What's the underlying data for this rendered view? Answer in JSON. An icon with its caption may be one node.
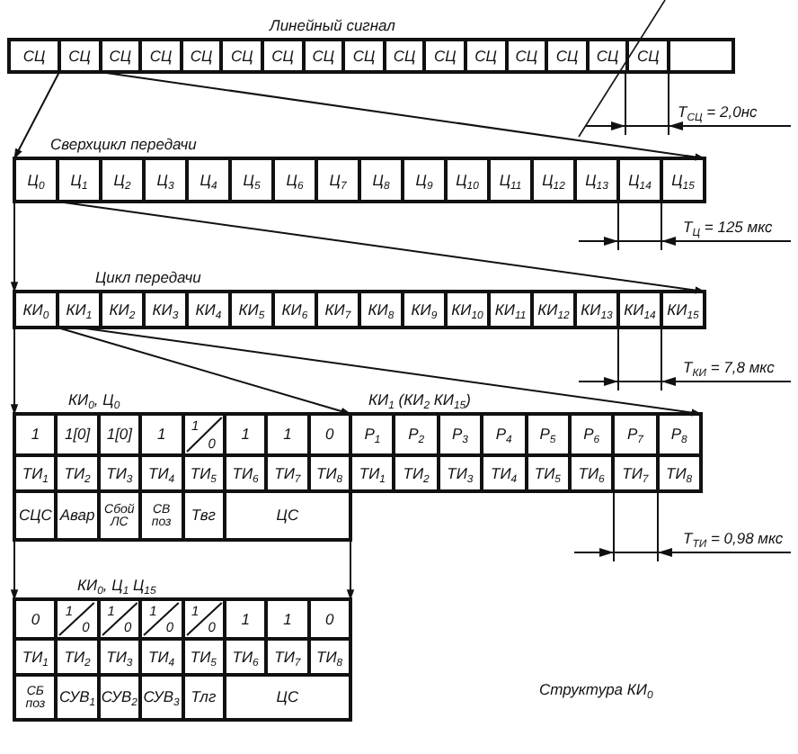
{
  "diagram": {
    "nodes": [
      {
        "text": [
          "Линейный сигнал"
        ]
      },
      {
        "text": [
          "СЦ"
        ],
        "in": 0
      },
      {
        "text": [
          "СЦ"
        ],
        "in": 0
      },
      {
        "text": [
          "СЦ"
        ],
        "in": 0
      },
      {
        "text": [
          "СЦ"
        ],
        "in": 0
      },
      {
        "text": [
          "СЦ"
        ],
        "in": 0
      },
      {
        "text": [
          "СЦ"
        ],
        "in": 0
      },
      {
        "text": [
          "СЦ"
        ],
        "in": 0
      },
      {
        "text": [
          "СЦ"
        ],
        "in": 0
      },
      {
        "text": [
          "СЦ"
        ],
        "in": 0
      },
      {
        "text": [
          "СЦ"
        ],
        "in": 0
      },
      {
        "text": [
          "СЦ"
        ],
        "in": 0
      },
      {
        "text": [
          "СЦ"
        ],
        "in": 0
      },
      {
        "text": [
          "СЦ"
        ],
        "in": 0
      },
      {
        "text": [
          "СЦ"
        ],
        "in": 0
      },
      {
        "text": [
          "СЦ"
        ],
        "in": 0
      },
      {
        "text": [
          "СЦ"
        ],
        "in": 0
      },
      {
        "text": [],
        "shape": "box",
        "in": 0
      },
      {
        "text": [
          "Сверхцикл передачи"
        ]
      },
      {
        "text": [
          "Ц$_{0}$"
        ],
        "in": 18
      },
      {
        "text": [
          "Ц$_{1}$"
        ],
        "in": 18
      },
      {
        "text": [
          "Ц$_{2}$"
        ],
        "in": 18
      },
      {
        "text": [
          "Ц$_{3}$"
        ],
        "in": 18
      },
      {
        "text": [
          "Ц$_{4}$"
        ],
        "in": 18
      },
      {
        "text": [
          "Ц$_{5}$"
        ],
        "in": 18
      },
      {
        "text": [
          "Ц$_{6}$"
        ],
        "in": 18
      },
      {
        "text": [
          "Ц$_{7}$"
        ],
        "in": 18
      },
      {
        "text": [
          "Ц$_{8}$"
        ],
        "in": 18
      },
      {
        "text": [
          "Ц$_{9}$"
        ],
        "in": 18
      },
      {
        "text": [
          "Ц$_{10}$"
        ],
        "in": 18
      },
      {
        "text": [
          "Ц$_{11}$"
        ],
        "in": 18
      },
      {
        "text": [
          "Ц$_{12}$"
        ],
        "in": 18
      },
      {
        "text": [
          "Ц$_{13}$"
        ],
        "in": 18
      },
      {
        "text": [
          "Ц$_{14}$"
        ],
        "in": 18
      },
      {
        "text": [
          "Ц$_{15}$"
        ],
        "in": 18
      },
      {
        "text": [
          "Цикл передачи"
        ]
      },
      {
        "text": [
          "КИ$_{0}$"
        ],
        "in": 35
      },
      {
        "text": [
          "КИ$_{1}$"
        ],
        "in": 35
      },
      {
        "text": [
          "КИ$_{2}$"
        ],
        "in": 35
      },
      {
        "text": [
          "КИ$_{3}$"
        ],
        "in": 35
      },
      {
        "text": [
          "КИ$_{4}$"
        ],
        "in": 35
      },
      {
        "text": [
          "КИ$_{5}$"
        ],
        "in": 35
      },
      {
        "text": [
          "КИ$_{6}$"
        ],
        "in": 35
      },
      {
        "text": [
          "КИ$_{7}$"
        ],
        "in": 35
      },
      {
        "text": [
          "КИ$_{8}$"
        ],
        "in": 35
      },
      {
        "text": [
          "КИ$_{9}$"
        ],
        "in": 35
      },
      {
        "text": [
          "КИ$_{10}$"
        ],
        "in": 35
      },
      {
        "text": [
          "КИ$_{11}$"
        ],
        "in": 35
      },
      {
        "text": [
          "КИ$_{12}$"
        ],
        "in": 35
      },
      {
        "text": [
          "КИ$_{13}$"
        ],
        "in": 35
      },
      {
        "text": [
          "КИ$_{14}$"
        ],
        "in": 35
      },
      {
        "text": [
          "КИ$_{15}$"
        ],
        "in": 35
      },
      {
        "text": [
          "КИ$_{0}$, Ц$_{0}$"
        ]
      },
      {
        "text": [
          "1"
        ],
        "in": 52
      },
      {
        "text": [
          "1[0]"
        ],
        "in": 52
      },
      {
        "text": [
          "1[0]"
        ],
        "in": 52
      },
      {
        "text": [
          "1"
        ],
        "in": 52
      },
      {
        "text": [
          "1",
          "0"
        ],
        "in": 52
      },
      {
        "text": [
          "1"
        ],
        "in": 52
      },
      {
        "text": [
          "1"
        ],
        "in": 52
      },
      {
        "text": [
          "0"
        ],
        "in": 52
      },
      {
        "text": [
          "ТИ$_{1}$"
        ],
        "in": 52
      },
      {
        "text": [
          "ТИ$_{2}$"
        ],
        "in": 52
      },
      {
        "text": [
          "ТИ$_{3}$"
        ],
        "in": 52
      },
      {
        "text": [
          "ТИ$_{4}$"
        ],
        "in": 52
      },
      {
        "text": [
          "ТИ$_{5}$"
        ],
        "in": 52
      },
      {
        "text": [
          "ТИ$_{6}$"
        ],
        "in": 52
      },
      {
        "text": [
          "ТИ$_{7}$"
        ],
        "in": 52
      },
      {
        "text": [
          "ТИ$_{8}$"
        ],
        "in": 52
      },
      {
        "text": [
          "СЦС"
        ],
        "in": 52
      },
      {
        "text": [
          "Авар"
        ],
        "in": 52
      },
      {
        "text": [
          "Сбой ЛС"
        ],
        "in": 52
      },
      {
        "text": [
          "СВ поз"
        ],
        "in": 52
      },
      {
        "text": [
          "Твг"
        ],
        "in": 52
      },
      {
        "text": [
          "ЦС"
        ],
        "in": 52
      },
      {
        "text": [
          "КИ$_{1}$ (КИ$_{2}$ КИ$_{15}$)"
        ]
      },
      {
        "text": [
          "Р$_{1}$"
        ],
        "in": 75
      },
      {
        "text": [
          "Р$_{2}$"
        ],
        "in": 75
      },
      {
        "text": [
          "Р$_{3}$"
        ],
        "in": 75
      },
      {
        "text": [
          "Р$_{4}$"
        ],
        "in": 75
      },
      {
        "text": [
          "Р$_{5}$"
        ],
        "in": 75
      },
      {
        "text": [
          "Р$_{6}$"
        ],
        "in": 75
      },
      {
        "text": [
          "Р$_{7}$"
        ],
        "in": 75
      },
      {
        "text": [
          "Р$_{8}$"
        ],
        "in": 75
      },
      {
        "text": [
          "ТИ$_{1}$"
        ],
        "in": 75
      },
      {
        "text": [
          "ТИ$_{2}$"
        ],
        "in": 75
      },
      {
        "text": [
          "ТИ$_{3}$"
        ],
        "in": 75
      },
      {
        "text": [
          "ТИ$_{4}$"
        ],
        "in": 75
      },
      {
        "text": [
          "ТИ$_{5}$"
        ],
        "in": 75
      },
      {
        "text": [
          "ТИ$_{6}$"
        ],
        "in": 75
      },
      {
        "text": [
          "ТИ$_{7}$"
        ],
        "in": 75
      },
      {
        "text": [
          "ТИ$_{8}$"
        ],
        "in": 75
      },
      {
        "text": [
          "КИ$_{0}$, Ц$_{1}$ Ц$_{15}$"
        ]
      },
      {
        "text": [
          "0"
        ],
        "in": 92
      },
      {
        "text": [
          "1",
          "0"
        ],
        "in": 92
      },
      {
        "text": [
          "1",
          "0"
        ],
        "in": 92
      },
      {
        "text": [
          "1",
          "0"
        ],
        "in": 92
      },
      {
        "text": [
          "1",
          "0"
        ],
        "in": 92
      },
      {
        "text": [
          "1"
        ],
        "in": 92
      },
      {
        "text": [
          "1"
        ],
        "in": 92
      },
      {
        "text": [
          "0"
        ],
        "in": 92
      },
      {
        "text": [
          "ТИ$_{1}$"
        ],
        "in": 92
      },
      {
        "text": [
          "ТИ$_{2}$"
        ],
        "in": 92
      },
      {
        "text": [
          "ТИ$_{3}$"
        ],
        "in": 92
      },
      {
        "text": [
          "ТИ$_{4}$"
        ],
        "in": 92
      },
      {
        "text": [
          "ТИ$_{5}$"
        ],
        "in": 92
      },
      {
        "text": [
          "ТИ$_{6}$"
        ],
        "in": 92
      },
      {
        "text": [
          "ТИ$_{7}$"
        ],
        "in": 92
      },
      {
        "text": [
          "ТИ$_{8}$"
        ],
        "in": 92
      },
      {
        "text": [
          "СБ поз"
        ],
        "in": 92
      },
      {
        "text": [
          "СУВ$_{1}$"
        ],
        "in": 92
      },
      {
        "text": [
          "СУВ$_{2}$"
        ],
        "in": 92
      },
      {
        "text": [
          "СУВ$_{3}$"
        ],
        "in": 92
      },
      {
        "text": [
          "Тлг"
        ],
        "in": 92
      },
      {
        "text": [
          "ЦС"
        ],
        "in": 92
      }
    ],
    "edges": [
      {
        "from": 2,
        "to": 18,
        "arrow": "to"
      },
      {
        "from": 2,
        "to": 18,
        "arrow": "to"
      },
      {
        "from": 19,
        "to": 35,
        "arrow": "to"
      },
      {
        "from": 19,
        "to": 35,
        "arrow": "to"
      },
      {
        "from": 36,
        "to": 52,
        "arrow": "to"
      },
      {
        "from": 36,
        "to": 52,
        "arrow": "to"
      },
      {
        "from": 37,
        "to": 75,
        "arrow": "to"
      },
      {
        "from": 52,
        "to": 92,
        "arrow": "to"
      },
      {
        "from": 52,
        "to": 92,
        "arrow": "to"
      }
    ],
    "labels": [
      "Т$_{СЦ}$ = 2,0нс",
      "Т$_{Ц}$ = 125 мкс",
      "Т$_{КИ}$ = 7,8 мкс",
      "Т$_{ТИ}$ = 0,98 мкс",
      "Структура КИ$_{0}$"
    ]
  }
}
